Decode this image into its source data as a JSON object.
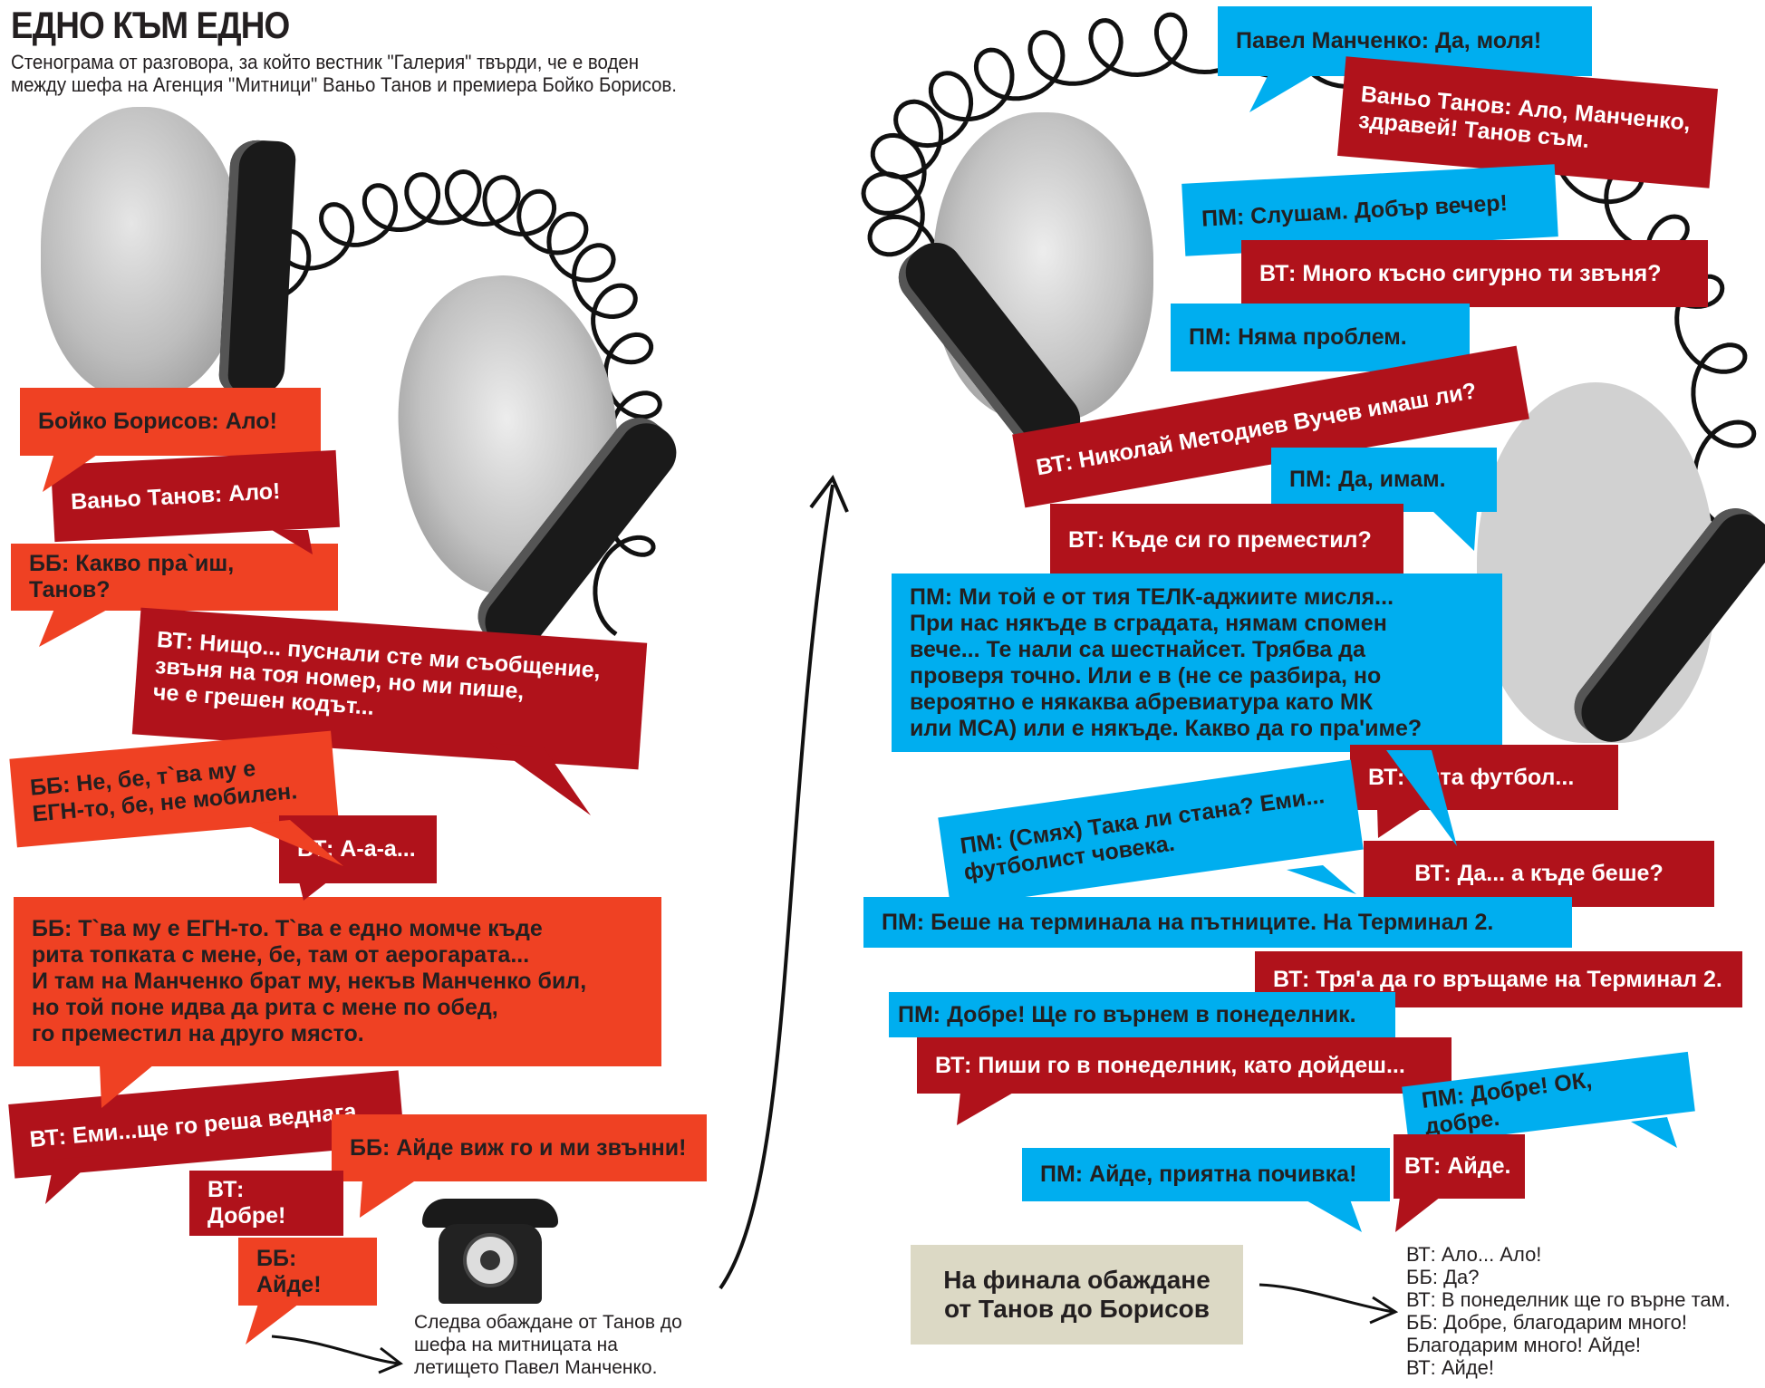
{
  "header": {
    "title": "ЕДНО КЪМ ЕДНО",
    "subtitle": "Стенограма от разговора, за който вестник \"Галерия\" твърди, че е воден\nмежду шефа на Агенция \"Митници\" Ваньо Танов и премиера Бойко Борисов."
  },
  "colors": {
    "borisov": "#ef4123",
    "tanov": "#b0121b",
    "manchenko": "#00aeef",
    "final_box": "#dcd9c5"
  },
  "call1": [
    {
      "speaker": "ББ",
      "text": "Бойко Борисов: Ало!"
    },
    {
      "speaker": "ВТ",
      "text": "Ваньо Танов: Ало!"
    },
    {
      "speaker": "ББ",
      "text": "ББ: Какво пра`иш, Танов?"
    },
    {
      "speaker": "ВТ",
      "text": "ВТ: Нищо... пуснали сте ми съобщение,\nзвъня на тоя номер, но ми пише,\nче е грешен кодът..."
    },
    {
      "speaker": "ББ",
      "text": "ББ: Не, бе, т`ва му е\nЕГН-то, бе, не мобилен."
    },
    {
      "speaker": "ВТ",
      "text": "ВТ: А-а-а..."
    },
    {
      "speaker": "ББ",
      "text": "ББ: Т`ва му е ЕГН-то. Т`ва е едно момче къде\nрита топката с мене, бе, там от аерогарата...\nИ там на Манченко брат му, некъв Манченко бил,\nно той поне идва да рита с мене по обед,\nго преместил на друго място."
    },
    {
      "speaker": "ВТ",
      "text": "ВТ: Еми...ще го реша веднага."
    },
    {
      "speaker": "ББ",
      "text": "ББ: Айде виж го и ми звънни!"
    },
    {
      "speaker": "ВТ",
      "text": "ВТ: Добре!"
    },
    {
      "speaker": "ББ",
      "text": "ББ: Айде!"
    }
  ],
  "next_call_note": "Следва обаждане от Танов до\nшефа на митницата на\nлетището Павел Манченко.",
  "call2": [
    {
      "speaker": "ПМ",
      "text": "Павел Манченко: Да, моля!"
    },
    {
      "speaker": "ВТ",
      "text": "Ваньо Танов: Ало, Манченко,\nздравей! Танов съм."
    },
    {
      "speaker": "ПМ",
      "text": "ПМ: Слушам. Добър вечер!"
    },
    {
      "speaker": "ВТ",
      "text": "ВТ: Много късно сигурно ти звъня?"
    },
    {
      "speaker": "ПМ",
      "text": "ПМ: Няма проблем."
    },
    {
      "speaker": "ВТ",
      "text": "ВТ: Николай Методиев Вучев имаш ли?"
    },
    {
      "speaker": "ПМ",
      "text": "ПМ: Да, имам."
    },
    {
      "speaker": "ВТ",
      "text": "ВТ: Къде си го преместил?"
    },
    {
      "speaker": "ПМ",
      "text": "ПМ: Ми той е от тия ТЕЛК-аджиите мисля...\nПри нас някъде в сградата, нямам спомен\nвече... Те нали са шестнайсет. Трябва да\n проверя точно. Или е в (не се разбира, но\nвероятно е някаква абревиатура като МК\nили МСА) или е някъде. Какво да го пра'име?"
    },
    {
      "speaker": "ВТ",
      "text": "ВТ: Рита футбол..."
    },
    {
      "speaker": "ПМ",
      "text": "ПМ: (Смях) Така ли стана? Еми...\nфутболист човека."
    },
    {
      "speaker": "ВТ",
      "text": "ВТ: Да... а къде беше?"
    },
    {
      "speaker": "ПМ",
      "text": "ПМ: Беше на терминала на пътниците. На Терминал 2."
    },
    {
      "speaker": "ВТ",
      "text": "ВТ: Тря'а да го връщаме на Терминал 2."
    },
    {
      "speaker": "ПМ",
      "text": "ПМ: Добре! Ще го върнем в понеделник."
    },
    {
      "speaker": "ВТ",
      "text": "ВТ: Пиши го в понеделник, като дойдеш..."
    },
    {
      "speaker": "ПМ",
      "text": "ПМ: Добре! ОК, добре."
    },
    {
      "speaker": "ПМ",
      "text": "ПМ: Айде, приятна почивка!"
    },
    {
      "speaker": "ВТ",
      "text": "ВТ: Айде."
    }
  ],
  "final": {
    "box_label": "На финала обаждане\nот Танов до Борисов",
    "transcript": "ВТ: Ало... Ало!\nББ: Да?\nВТ: В понеделник ще го върне там.\nББ: Добре, благодарим много!\nБлагодарим много! Айде!\nВТ: Айде!"
  }
}
